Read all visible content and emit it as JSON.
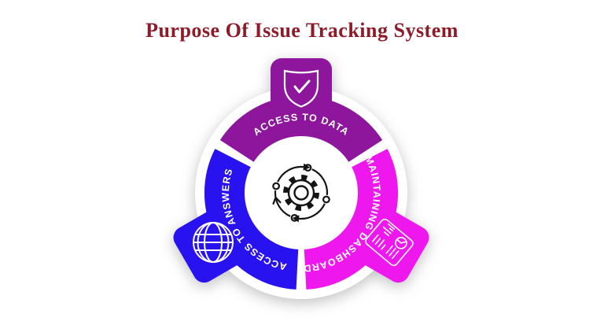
{
  "title": {
    "text": "Purpose Of Issue Tracking System",
    "color": "#8e1b28"
  },
  "diagram": {
    "type": "circular-process-infographic",
    "center_icon": "gear-process-icon",
    "label_color": "#ffffff",
    "base_color": "#ffffff",
    "center_icon_color": "#141414",
    "segments": [
      {
        "id": "access-to-data",
        "label": "ACCESS TO DATA",
        "color": "#8d169d",
        "icon": "shield-check-icon",
        "position": "top"
      },
      {
        "id": "maintaining-dashboard",
        "label": "MAINTAINING DASHBOARD",
        "color": "#ee17ee",
        "icon": "dashboard-report-icon",
        "position": "bottom-right"
      },
      {
        "id": "access-to-answers",
        "label": "ACCESS TO ANSWERS",
        "color": "#2912f0",
        "icon": "globe-icon",
        "position": "bottom-left"
      }
    ]
  }
}
